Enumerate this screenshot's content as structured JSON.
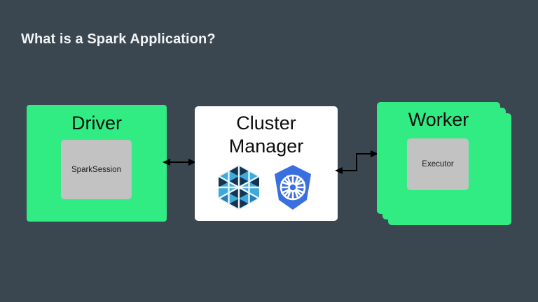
{
  "slide": {
    "title": "What is a Spark Application?",
    "background_color": "#3a4650",
    "title_color": "#f2f4f5"
  },
  "diagram": {
    "type": "block-diagram",
    "accent_green": "#31ec83",
    "panel_white": "#ffffff",
    "inner_gray": "#c2c2c2",
    "nodes": [
      {
        "id": "driver",
        "title": "Driver",
        "fill": "#31ec83",
        "children": [
          {
            "id": "sparksession",
            "label": "SparkSession",
            "fill": "#c2c2c2"
          }
        ]
      },
      {
        "id": "cluster-manager",
        "title": "Cluster Manager",
        "title_line_1": "Cluster",
        "title_line_2": "Manager",
        "fill": "#ffffff",
        "logos": [
          {
            "id": "mesos-logo",
            "name": "apache-mesos-logo",
            "colors": [
              "#3fa9dd",
              "#14344f"
            ]
          },
          {
            "id": "kubernetes-logo",
            "name": "kubernetes-logo",
            "colors": [
              "#3a6fe0",
              "#ffffff"
            ]
          }
        ]
      },
      {
        "id": "worker",
        "title": "Worker",
        "fill": "#31ec83",
        "stack_count": 3,
        "children": [
          {
            "id": "executor",
            "label": "Executor",
            "fill": "#c2c2c2"
          }
        ]
      }
    ],
    "connectors": [
      {
        "id": "driver-cluster",
        "from": "driver",
        "to": "cluster-manager",
        "style": "straight",
        "heads": "both"
      },
      {
        "id": "cluster-worker",
        "from": "cluster-manager",
        "to": "worker",
        "style": "stepped",
        "heads": "both"
      }
    ]
  }
}
